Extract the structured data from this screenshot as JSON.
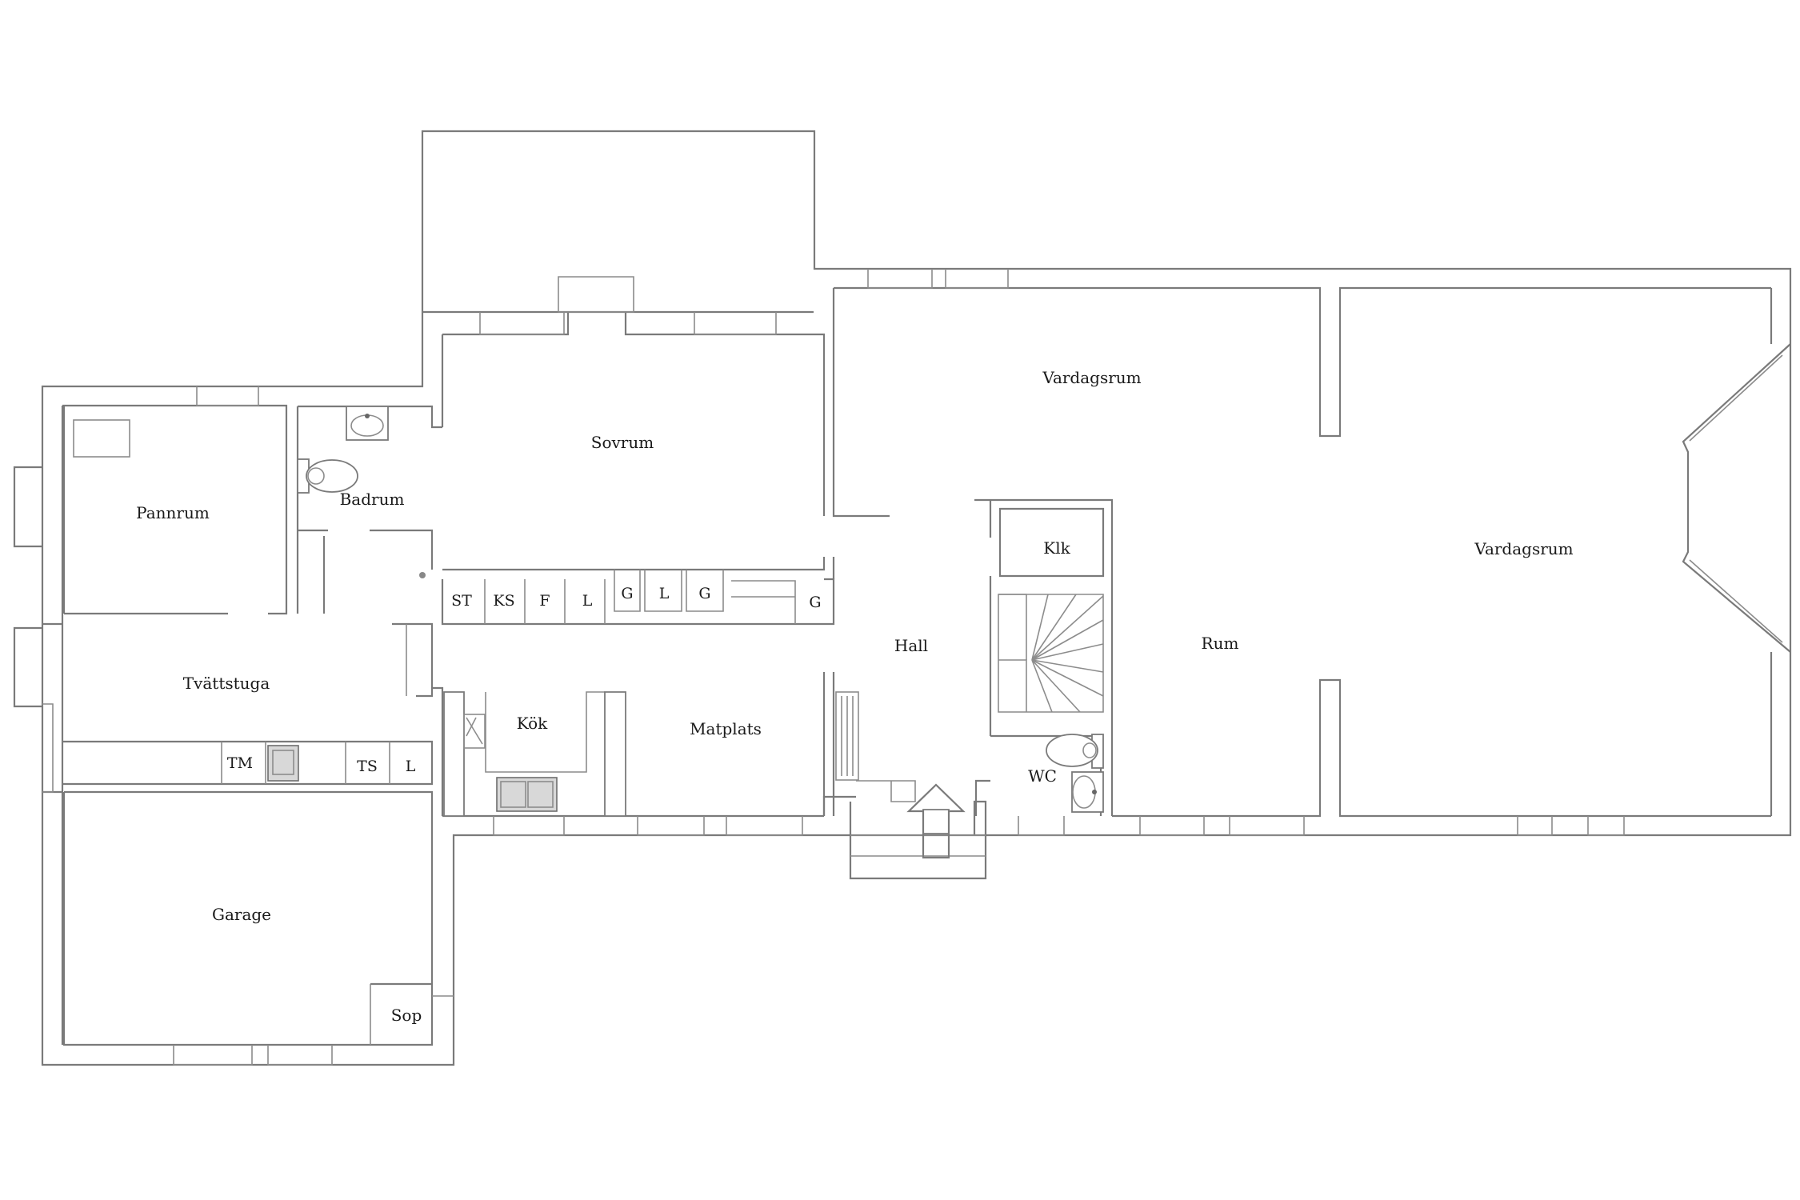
{
  "rooms": {
    "pannrum": "Pannrum",
    "badrum": "Badrum",
    "sovrum": "Sovrum",
    "vardagsrum_1": "Vardagsrum",
    "vardagsrum_2": "Vardagsrum",
    "tvattstuga": "Tvättstuga",
    "kok": "Kök",
    "matplats": "Matplats",
    "hall": "Hall",
    "klk": "Klk",
    "rum": "Rum",
    "wc": "WC",
    "garage": "Garage",
    "sop": "Sop"
  },
  "closets": {
    "st": "ST",
    "ks": "KS",
    "f": "F",
    "l1": "L",
    "g1": "G",
    "l2": "L",
    "g2": "G",
    "g3": "G",
    "tm": "TM",
    "ts": "TS",
    "l3": "L"
  },
  "icons": {
    "entrance": "arrow-up-icon",
    "sink": "washbasin-icon",
    "toilet": "toilet-icon",
    "kitchen_sink": "double-sink-icon",
    "stairs": "spiral-stairs-icon",
    "radiator": "radiator-icon"
  }
}
